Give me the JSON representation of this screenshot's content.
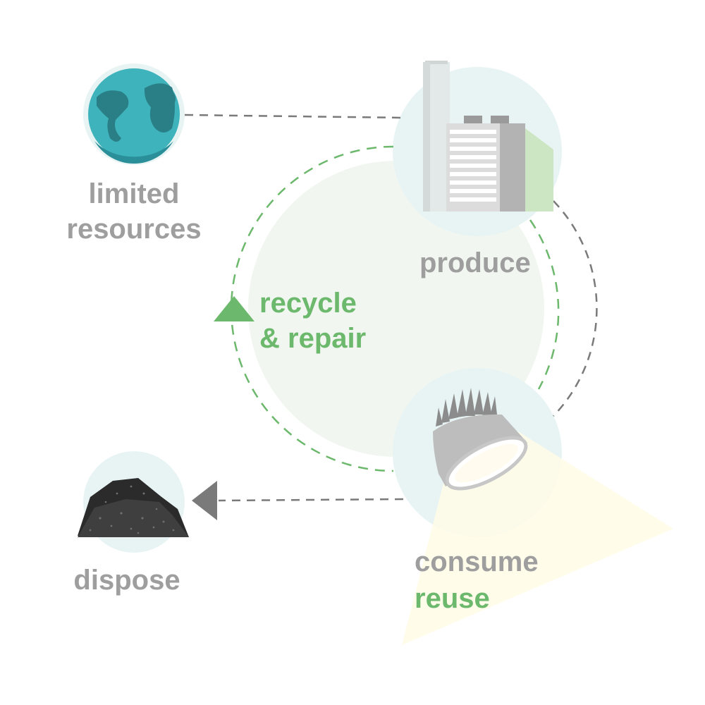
{
  "nodes": {
    "resources": {
      "line1": "limited",
      "line2": "resources",
      "icon": "globe-icon"
    },
    "produce": {
      "label": "produce",
      "icon": "factory-icon"
    },
    "consume": {
      "label": "consume",
      "sublabel": "reuse",
      "icon": "lamp-icon"
    },
    "dispose": {
      "label": "dispose",
      "icon": "coal-pile-icon"
    }
  },
  "cycle": {
    "line1": "recycle",
    "line2": "& repair"
  },
  "colors": {
    "grey_text": "#9e9e9e",
    "green_accent": "#6cb86c",
    "dash_grey": "#7a7a7a",
    "node_bg": "#e8f4f4",
    "cycle_bg": "#f1f7f0",
    "globe": "#3fb3bb"
  }
}
